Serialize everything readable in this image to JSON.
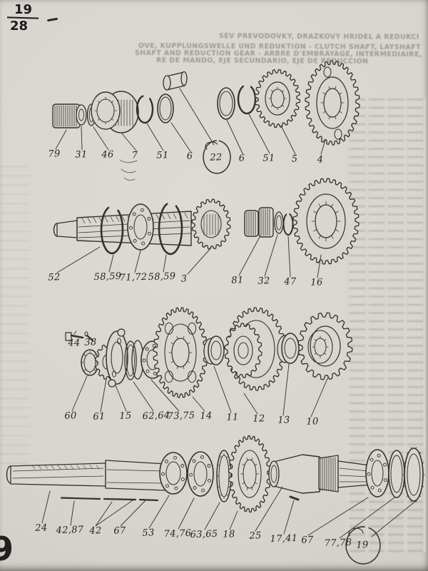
{
  "page": {
    "ratio_numerator": "19",
    "ratio_denominator": "28",
    "corner_partial_digit": "9"
  },
  "bleedthrough": {
    "top_lines": [
      "SEV PREVODOVKY, DRAZKOVY HRIDEL A REDUKCI",
      "OVE, KUPPLUNGSWELLE UND REDUKTION - CLUTCH SHAFT, LAYSHAFT",
      "SHAFT AND REDUCTION GEAR - ARBRE D'EMBRAYAGE, INTERMEDIAIRE,",
      "RE DE MANDO, EJE SECUNDARIO, EJE DE REDUCCION"
    ]
  },
  "diagram": {
    "rows": [
      {
        "labels": [
          "79",
          "31",
          "46",
          "7",
          "51",
          "6",
          "22",
          "6",
          "51",
          "5",
          "4"
        ]
      },
      {
        "labels": [
          "52",
          "58,59",
          "71,72",
          "58,59",
          "3",
          "81",
          "32",
          "47",
          "16"
        ]
      },
      {
        "labels": [
          "44",
          "38",
          "60",
          "61",
          "15",
          "62,64",
          "73,75",
          "14",
          "11",
          "12",
          "13",
          "10"
        ]
      },
      {
        "labels": [
          "24",
          "42,87",
          "42",
          "67",
          "53",
          "74,76",
          "63,65",
          "18",
          "25",
          "17,41",
          "67",
          "77,78",
          "19"
        ]
      }
    ]
  }
}
